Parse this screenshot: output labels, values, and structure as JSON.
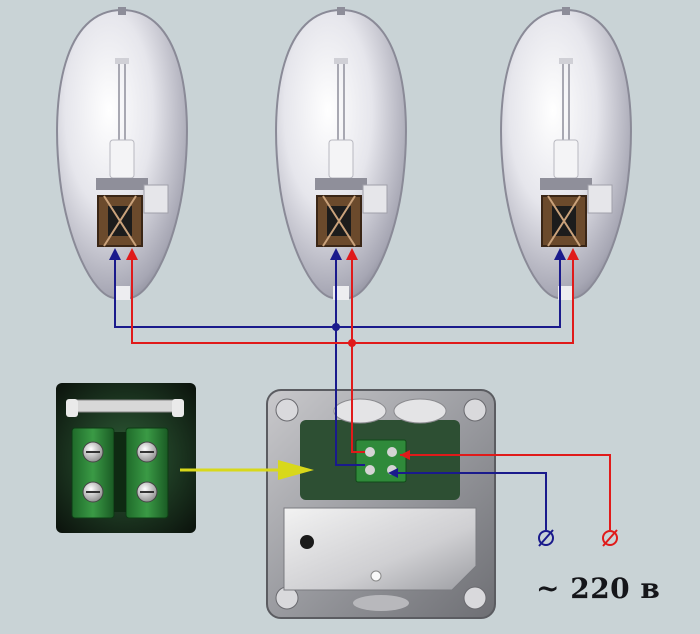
{
  "diagram": {
    "supply_label": "~ 220 в",
    "wire_colors": {
      "neutral": "#1a1a8c",
      "phase": "#e01a1a"
    },
    "arrow_color": "#d8d81a",
    "components": [
      {
        "name": "street-lamp",
        "count": 3
      },
      {
        "name": "terminal-block-closeup"
      },
      {
        "name": "junction-box"
      }
    ]
  }
}
